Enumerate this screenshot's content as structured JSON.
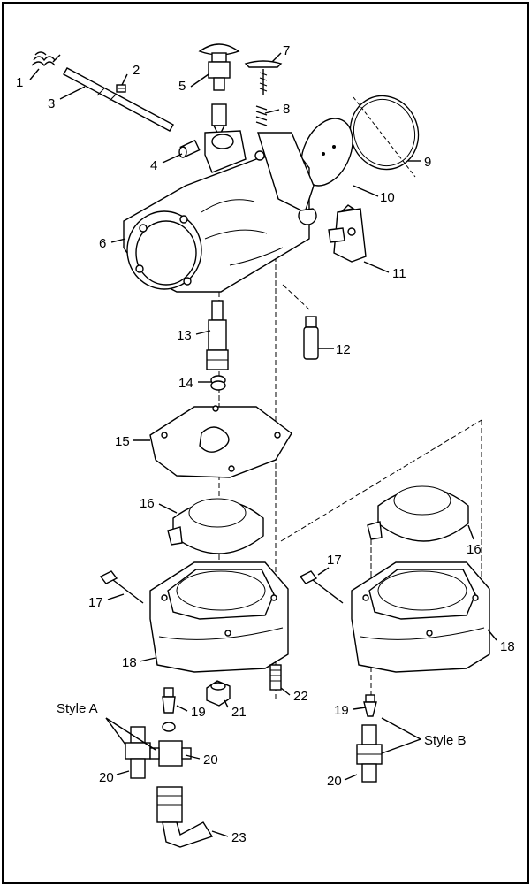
{
  "callouts": {
    "c1": "1",
    "c2": "2",
    "c3": "3",
    "c4": "4",
    "c5": "5",
    "c6": "6",
    "c7": "7",
    "c8": "8",
    "c9": "9",
    "c10": "10",
    "c11": "11",
    "c12": "12",
    "c13": "13",
    "c14": "14",
    "c15": "15",
    "c16a": "16",
    "c16b": "16",
    "c17a": "17",
    "c17b": "17",
    "c18a": "18",
    "c18b": "18",
    "c19a": "19",
    "c19b": "19",
    "c20a": "20",
    "c20b": "20",
    "c20c": "20",
    "c21": "21",
    "c22": "22",
    "c23": "23"
  },
  "style_labels": {
    "a": "Style A",
    "b": "Style B"
  }
}
